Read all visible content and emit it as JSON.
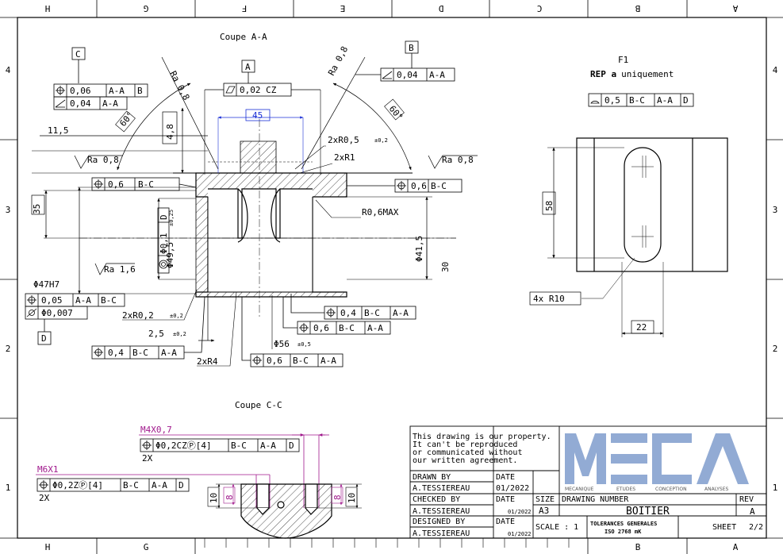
{
  "zones": {
    "top": [
      "H",
      "G",
      "F",
      "E",
      "D",
      "C",
      "B",
      "A"
    ],
    "bottom": [
      "H",
      "G",
      "B",
      "A"
    ],
    "rows": [
      "4",
      "3",
      "2",
      "1"
    ]
  },
  "colors": {
    "line": "#000000",
    "dimension_blue": "#1a2fd6",
    "thread_magenta": "#a0188c",
    "logo_blue": "#5f7ea8"
  },
  "section_aa": {
    "title": "Coupe A-A",
    "datum_a": "A",
    "datum_b": "B",
    "datum_c": "C",
    "datum_d": "D",
    "fcf_flatness": {
      "tol": "0,02 CZ"
    },
    "fcf_left_top": {
      "tol": "0,06",
      "r1": "A-A",
      "r2": "B"
    },
    "fcf_left_angle": {
      "tol": "0,04",
      "r1": "A-A"
    },
    "fcf_right_angle": {
      "tol": "0,04",
      "r1": "A-A"
    },
    "ra_left_chamfer": "Ra 0,8",
    "ra_right_chamfer": "Ra 0,8",
    "ra_left_face": "Ra 0,8",
    "ra_right_face": "Ra 0,8",
    "ra_bore": "Ra 1,6",
    "angle_left": "60°",
    "angle_right": "60°",
    "dim_45": "45",
    "dim_4_8": "4,8",
    "dim_11_5": "11,5",
    "dim_35": "35",
    "dim_30": "30",
    "dim_phi49": "Φ49,5",
    "dim_phi49_tol": "±0,25",
    "dim_phi41": "Φ41,5",
    "dim_phi47": "Φ47H7",
    "dim_phi56": "Φ56",
    "dim_phi56_tol": "±0,5",
    "dim_2xr05": "2xR0,5",
    "dim_2xr05_tol": "±0,2",
    "dim_2xr1": "2xR1",
    "dim_r06max": "R0,6MAX",
    "dim_2xr02": "2xR0,2",
    "dim_2xr02_tol": "±0,2",
    "dim_2_5": "2,5",
    "dim_2_5_tol": "±0,2",
    "dim_2xr4": "2xR4",
    "fcf_pos_left": {
      "tol": "0,6",
      "r1": "B-C"
    },
    "fcf_pos_right": {
      "tol": "0,6",
      "r1": "B-C"
    },
    "fcf_vert_coax": {
      "tol": "Φ0,1",
      "r1": "D"
    },
    "fcf_05": {
      "tol": "0,05",
      "r1": "A-A",
      "r2": "B-C"
    },
    "fcf_cyl": {
      "tol": "Φ0,007"
    },
    "fcf_04_right": {
      "tol": "0,4",
      "r1": "B-C",
      "r2": "A-A"
    },
    "fcf_06_right": {
      "tol": "0,6",
      "r1": "B-C",
      "r2": "A-A"
    },
    "fcf_04_bottom": {
      "tol": "0,4",
      "r1": "B-C",
      "r2": "A-A"
    },
    "fcf_06_bottom": {
      "tol": "0,6",
      "r1": "B-C",
      "r2": "A-A"
    }
  },
  "view_f1": {
    "title": "F1",
    "rep_bold": "REP a",
    "rep_rest": "uniquement",
    "fcf_profile": {
      "tol": "0,5",
      "r1": "B-C",
      "r2": "A-A",
      "r3": "D"
    },
    "dim_58": "58",
    "dim_22": "22",
    "radius_label": "4x R10"
  },
  "section_cc": {
    "title": "Coupe C-C",
    "m4_label": "M4X0,7",
    "m4_fcf": {
      "tol": "Φ0,2CZⓅ[4]",
      "r1": "B-C",
      "r2": "A-A",
      "r3": "D"
    },
    "m4_count": "2X",
    "m6_label": "M6X1",
    "m6_fcf": {
      "tol": "Φ0,2ZⓅ[4]",
      "r1": "B-C",
      "r2": "A-A",
      "r3": "D"
    },
    "m6_count": "2X",
    "dim_10_left": "10",
    "dim_8_left": "8",
    "dim_8_right": "8",
    "dim_10_right": "10"
  },
  "title_block": {
    "notice": [
      "This drawing is our property.",
      "It can't be reproduced",
      "or communicated without",
      "our written agreement."
    ],
    "drawn_by_label": "DRAWN BY",
    "drawn_by": "A.TESSIEREAU",
    "date_label": "DATE",
    "drawn_date": "01/2022",
    "checked_by_label": "CHECKED BY",
    "checked_by": "A.TESSIEREAU",
    "checked_date": "01/2022",
    "designed_by_label": "DESIGNED BY",
    "designed_by": "A.TESSIEREAU",
    "designed_date": "01/2022",
    "size_label": "SIZE",
    "size": "A3",
    "drawing_number_label": "DRAWING NUMBER",
    "drawing_number": "BOITIER",
    "rev_label": "REV",
    "rev": "A",
    "scale_label": "SCALE : 1",
    "tolerances_1": "TOLERANCES GENERALES",
    "tolerances_2": "ISO 2768 mK",
    "sheet_label": "SHEET",
    "sheet": "2/2",
    "logo_text": "MECA",
    "logo_tagline": [
      "MECANIQUE",
      "ETUDES",
      "CONCEPTION",
      "ANALYSES"
    ]
  }
}
